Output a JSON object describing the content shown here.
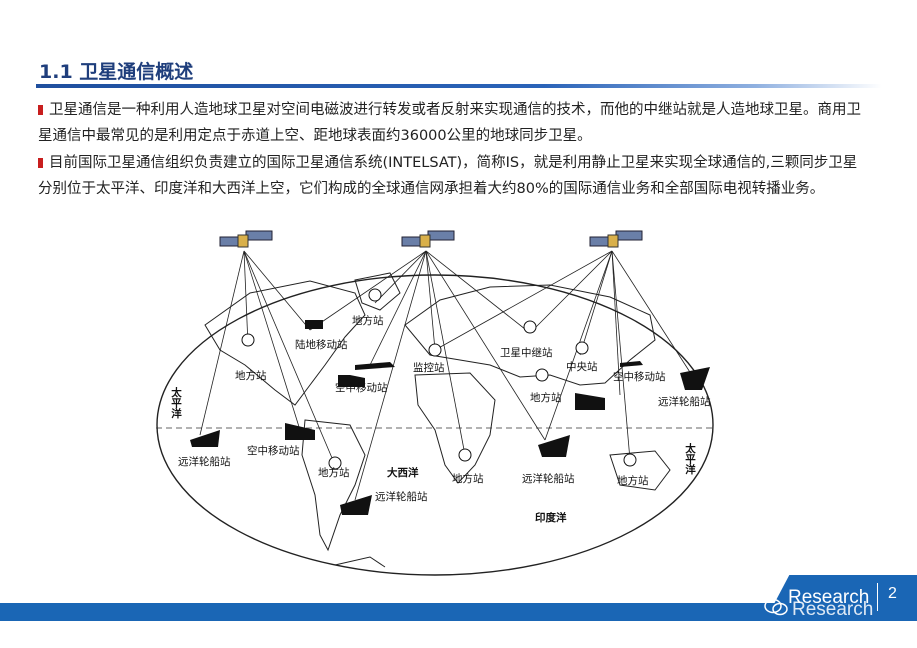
{
  "slide": {
    "title": "1.1 卫星通信概述",
    "paragraphs": [
      "卫星通信是一种利用人造地球卫星对空间电磁波进行转发或者反射来实现通信的技术，而他的中继站就是人造地球卫星。商用卫星通信中最常见的是利用定点于赤道上空、距地球表面约36000公里的地球同步卫星。",
      "目前国际卫星通信组织负责建立的国际卫星通信系统(INTELSAT)，简称IS，就是利用静止卫星来实现全球通信的,三颗同步卫星分别位于太平洋、印度洋和大西洋上空，它们构成的全球通信网承担着大约80%的国际通信业务和全部国际电视转播业务。"
    ],
    "bullet_color": "#c81e1e",
    "title_color": "#1f3e7c"
  },
  "map_labels": {
    "difangzhan_1": "地方站",
    "ludi": "陆地移动站",
    "difangzhan_2": "地方站",
    "kongzhong_1": "空中移动站",
    "jiankongzhan": "监控站",
    "weixing_zhongji": "卫星中继站",
    "zhongyangzhan": "中央站",
    "kongzhong_2": "空中移动站",
    "difangzhan_3": "地方站",
    "yuanyang_1": "远洋轮船站",
    "taipingyang_left": "太平洋",
    "yuanyang_2": "远洋轮船站",
    "kongzhong_3": "空中移动站",
    "difangzhan_4": "地方站",
    "daxiyang": "大西洋",
    "yuanyang_3": "远洋轮船站",
    "difangzhan_5": "地方站",
    "yuanyang_4": "远洋轮船站",
    "difangzhan_6": "地方站",
    "taipingyang_right": "太平洋",
    "yinduyang": "印度洋"
  },
  "footer": {
    "brand": "Research",
    "brand_shadow": "Research",
    "page_number": "2",
    "bar_color": "#1a66b5"
  }
}
